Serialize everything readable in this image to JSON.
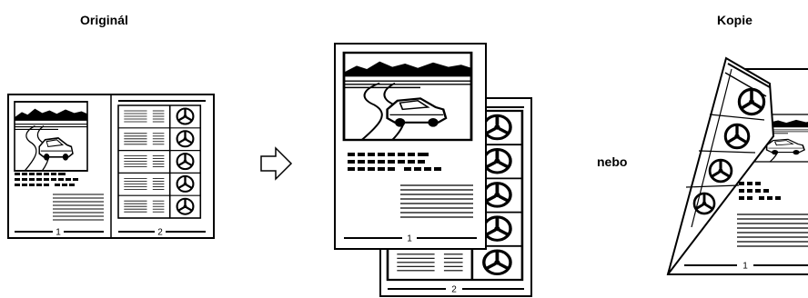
{
  "labels": {
    "original": "Originál",
    "copy": "Kopie",
    "or": "nebo"
  },
  "page_numbers": {
    "first": "1",
    "second": "2"
  },
  "icons": {
    "arrow": "right-arrow-icon",
    "car_photo": "car-landscape-illustration",
    "steering_wheel": "steering-wheel-icon"
  },
  "colors": {
    "ink": "#000000",
    "paper": "#ffffff"
  }
}
